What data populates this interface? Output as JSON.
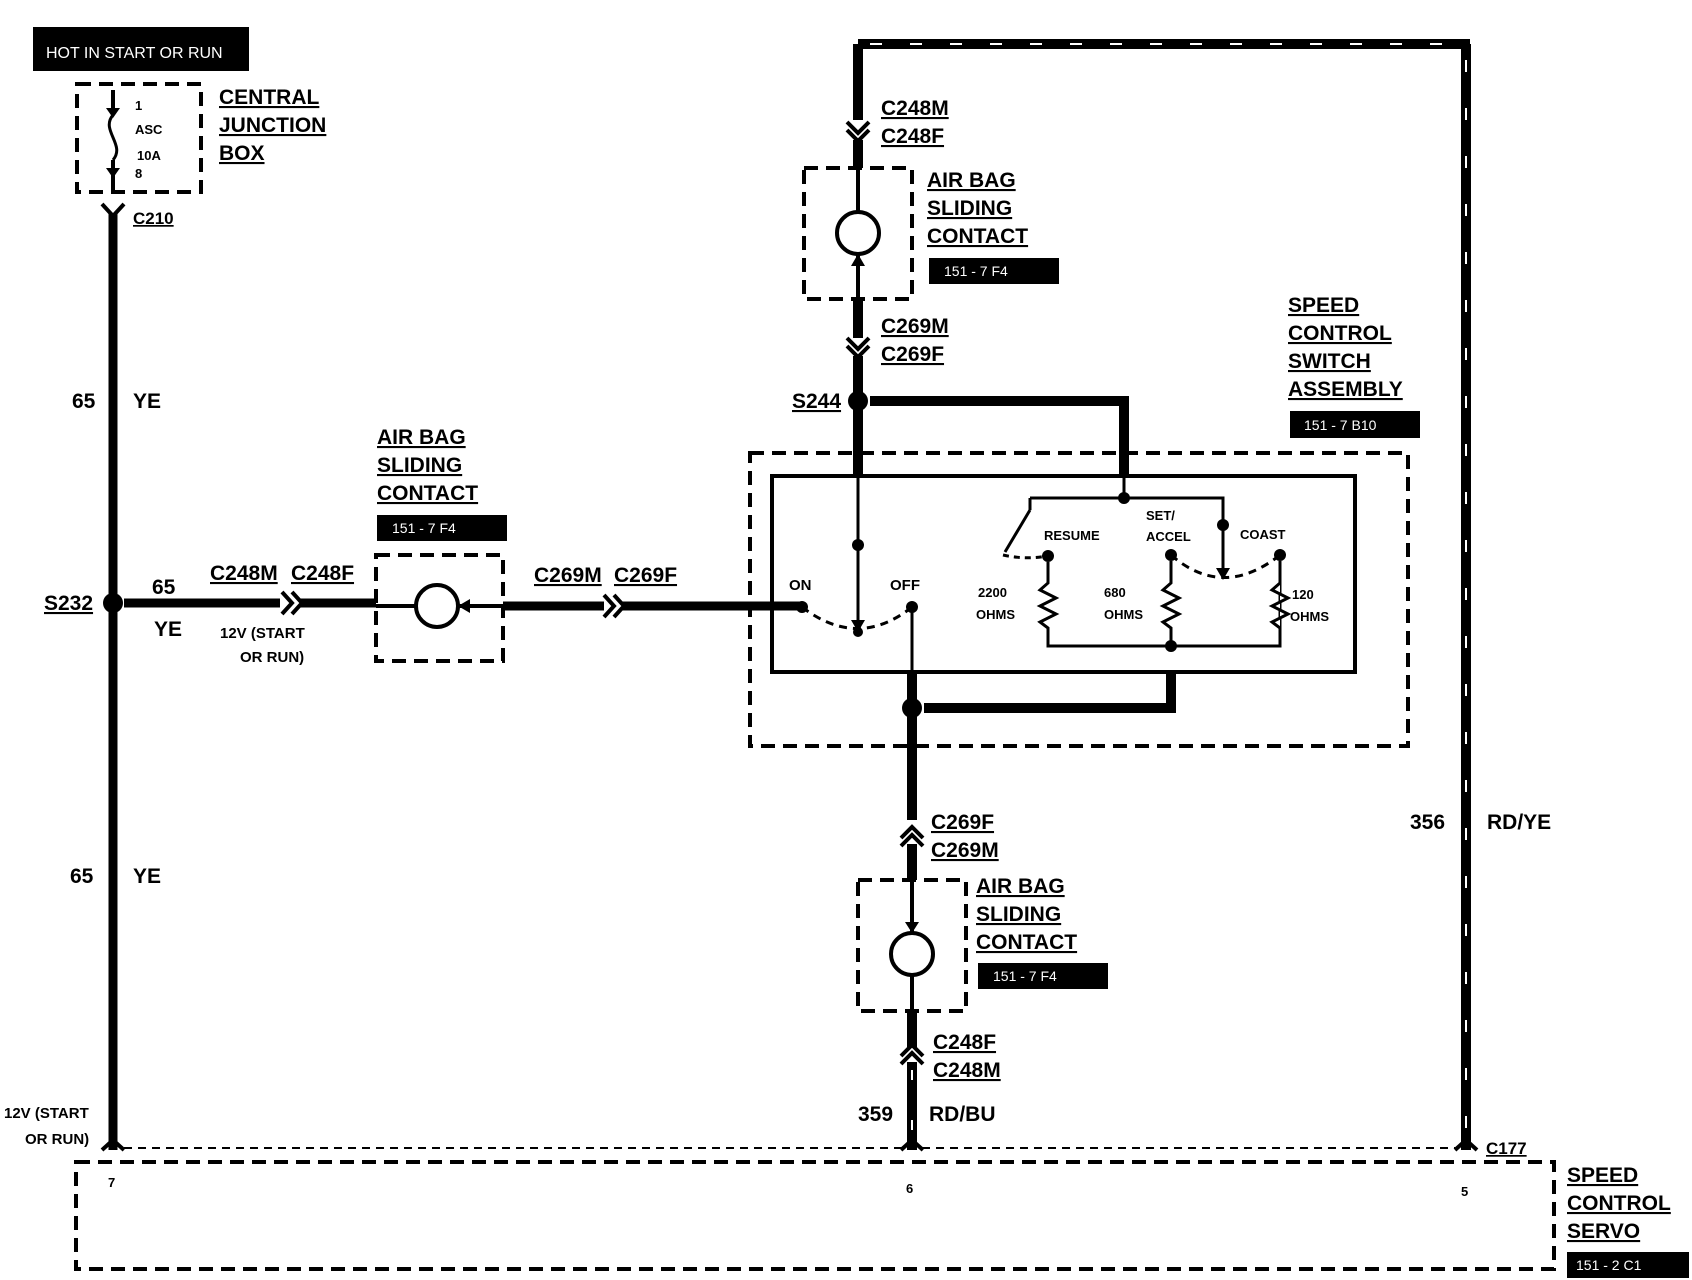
{
  "hot_label": "HOT IN START OR RUN",
  "junction_box": {
    "line1": "CENTRAL",
    "line2": "JUNCTION",
    "line3": "BOX"
  },
  "fuse": {
    "pin_in": "1",
    "name": "ASC",
    "rating": "10A",
    "pin_out": "8"
  },
  "connectors": {
    "c210": "C210",
    "s232": "S232",
    "s244": "S244",
    "c177": "C177",
    "top_m": "C248M",
    "top_f": "C248F",
    "top2_m": "C269M",
    "top2_f": "C269F",
    "left_m": "C248M",
    "left_f": "C248F",
    "mid_m": "C269M",
    "mid_f": "C269F",
    "bot_f": "C269F",
    "bot_m": "C269M",
    "bot2_f": "C248F",
    "bot2_m": "C248M"
  },
  "wires": {
    "w65_a_num": "65",
    "w65_a_color": "YE",
    "w65_b_num": "65",
    "w65_b_color": "YE",
    "w65_c_num": "65",
    "w65_c_color": "YE",
    "w356_num": "356",
    "w356_color": "RD/YE",
    "w359_num": "359",
    "w359_color": "RD/BU"
  },
  "notes": {
    "start_run_1": "12V (START",
    "start_run_2": "OR RUN)",
    "start_run_3": "12V (START",
    "start_run_4": "OR RUN)"
  },
  "airbag_top": {
    "l1": "AIR BAG",
    "l2": "SLIDING",
    "l3": "CONTACT",
    "ref": "151 - 7 F4"
  },
  "airbag_left": {
    "l1": "AIR BAG",
    "l2": "SLIDING",
    "l3": "CONTACT",
    "ref": "151 - 7 F4"
  },
  "airbag_bottom": {
    "l1": "AIR BAG",
    "l2": "SLIDING",
    "l3": "CONTACT",
    "ref": "151 - 7 F4"
  },
  "speed_switch": {
    "l1": "SPEED",
    "l2": "CONTROL",
    "l3": "SWITCH",
    "l4": "ASSEMBLY",
    "ref": "151 - 7 B10"
  },
  "switch_labels": {
    "on": "ON",
    "off": "OFF",
    "resume": "RESUME",
    "set1": "SET/",
    "set2": "ACCEL",
    "coast": "COAST",
    "r1_val": "2200",
    "r1_unit": "OHMS",
    "r2_val": "680",
    "r2_unit": "OHMS",
    "r3_val": "120",
    "r3_unit": "OHMS"
  },
  "servo": {
    "l1": "SPEED",
    "l2": "CONTROL",
    "l3": "SERVO",
    "ref": "151 - 2 C1",
    "pin7": "7",
    "pin6": "6",
    "pin5": "5"
  }
}
